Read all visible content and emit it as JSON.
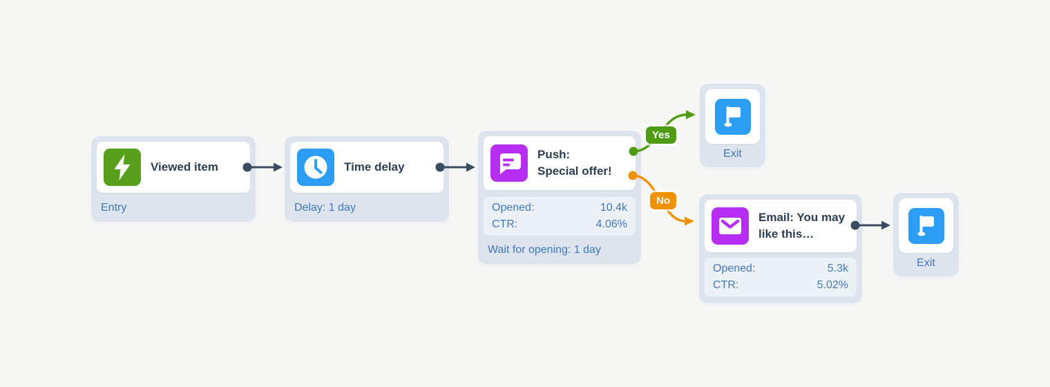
{
  "colors": {
    "background": "#f7f7f6",
    "node_bg": "#dde4ee",
    "card_bg": "#ffffff",
    "stats_bg": "#ecf1f7",
    "title_text": "#2e3e51",
    "blue_text": "#4178b8",
    "connector_dark": "#3b4b60",
    "branch_green": "#4f9b13",
    "icon_green": "#58a01c",
    "icon_blue": "#2b9df5",
    "icon_purple": "#b52ef2",
    "branch_orange": "#f09200"
  },
  "nodes": {
    "viewed_item": {
      "title": "Viewed item",
      "footer": "Entry"
    },
    "time_delay": {
      "title": "Time delay",
      "footer": "Delay: 1 day"
    },
    "push": {
      "title": "Push:\nSpecial offer!",
      "opened_label": "Opened:",
      "opened_value": "10.4k",
      "ctr_label": "CTR:",
      "ctr_value": "4.06%",
      "footer": "Wait for opening: 1 day"
    },
    "exit_top": {
      "label": "Exit"
    },
    "email": {
      "title": "Email: You may\nlike this…",
      "opened_label": "Opened:",
      "opened_value": "5.3k",
      "ctr_label": "CTR:",
      "ctr_value": "5.02%"
    },
    "exit_bottom": {
      "label": "Exit"
    }
  },
  "branches": {
    "yes_label": "Yes",
    "no_label": "No"
  }
}
